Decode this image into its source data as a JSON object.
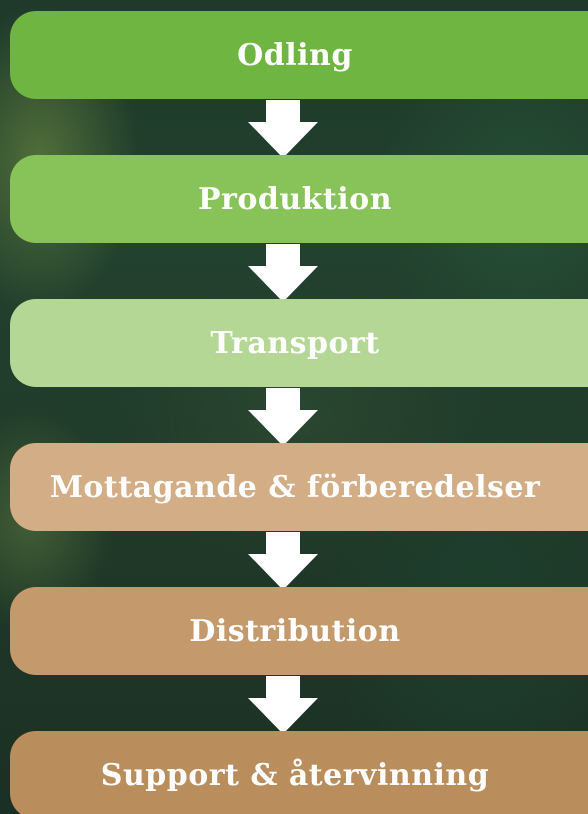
{
  "steps": [
    {
      "label": "Odling",
      "color": "#6fb541"
    },
    {
      "label": "Produktion",
      "color": "#88c35a"
    },
    {
      "label": "Transport",
      "color": "#b5d795"
    },
    {
      "label": "Mottagande & förberedelser",
      "color": "#d2ad86"
    },
    {
      "label": "Distribution",
      "color": "#c49a6c"
    },
    {
      "label": "Support & återvinning",
      "color": "#b98e5c"
    }
  ],
  "arrow_color": "#ffffff",
  "arrow_icon": "arrow-down-icon"
}
